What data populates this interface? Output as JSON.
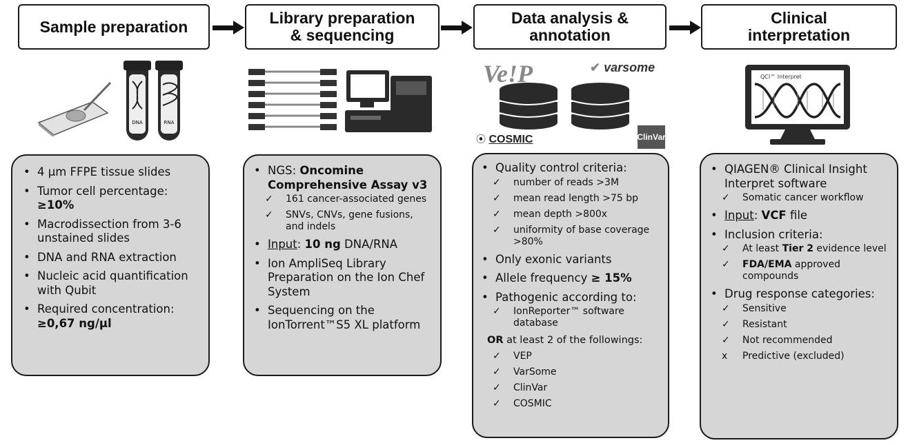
{
  "headers": {
    "h1": "Sample preparation",
    "h2_line1": "Library preparation",
    "h2_line2": "& sequencing",
    "h3_line1": "Data analysis &",
    "h3_line2": "annotation",
    "h4_line1": "Clinical",
    "h4_line2": "interpretation"
  },
  "logos": {
    "vep": "Ve!P",
    "varsome": "varsome",
    "cosmic": "COSMIC",
    "clinvar": "ClinVar",
    "qci": "QCI™ Interpret",
    "tube_dna": "DNA",
    "tube_rna": "RNA"
  },
  "panel1": {
    "i1": "4 µm FFPE tissue slides",
    "i2_text": "Tumor cell percentage:",
    "i2_bold": "≥10%",
    "i3": "Macrodissection from 3-6 unstained slides",
    "i4": "DNA and RNA extraction",
    "i5": "Nucleic acid quantification with Qubit",
    "i6_text": "Required concentration:",
    "i6_bold": "≥0,67 ng/µl"
  },
  "panel2": {
    "i1_text": "NGS: ",
    "i1_bold": "Oncomine Comprehensive Assay v3",
    "s1": "161 cancer-associated genes",
    "s2": "SNVs, CNVs, gene fusions, and indels",
    "i2_u": "Input",
    "i2_colon": ": ",
    "i2_bold": "10 ng",
    "i2_rest": " DNA/RNA",
    "i3": "Ion AmpliSeq Library Preparation on the Ion Chef System",
    "i4": "Sequencing on the IonTorrent™S5 XL platform"
  },
  "panel3": {
    "i1": "Quality control criteria:",
    "s1": "number of reads >3M",
    "s2": "mean read length >75 bp",
    "s3": "mean depth >800x",
    "s4": "uniformity of base coverage >80%",
    "i2": "Only exonic variants",
    "i3_text": "Allele frequency ",
    "i3_bold": "≥ 15%",
    "i4": "Pathogenic according to:",
    "s5": "IonReporter™ software database",
    "or_bold": "OR",
    "or_rest": " at least 2 of the followings:",
    "s6": "VEP",
    "s7": "VarSome",
    "s8": "ClinVar",
    "s9": "COSMIC"
  },
  "panel4": {
    "i1": "QIAGEN® Clinical Insight Interpret software",
    "s1": "Somatic cancer workflow",
    "i2_u": "Input",
    "i2_colon": ": ",
    "i2_bold": "VCF",
    "i2_rest": " file",
    "i3": "Inclusion criteria:",
    "s2_text": "At least ",
    "s2_bold": "Tier 2",
    "s2_rest": " evidence level",
    "s3_bold": "FDA/EMA",
    "s3_rest": " approved compounds",
    "i4": "Drug response categories:",
    "s4": "Sensitive",
    "s5": "Resistant",
    "s6": "Not recommended",
    "s7": "Predictive (excluded)"
  },
  "marks": {
    "check": "✓",
    "cross": "x"
  }
}
